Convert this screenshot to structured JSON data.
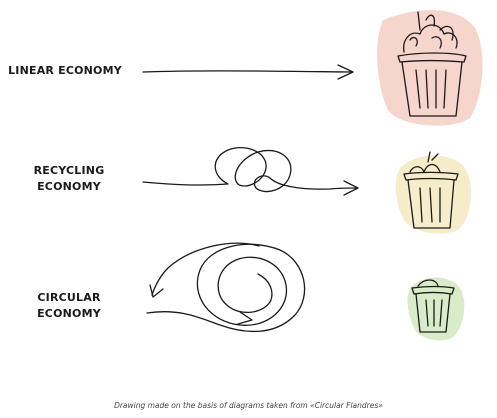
{
  "rows": [
    {
      "id": "linear",
      "label_lines": [
        "LINEAR ECONOMY"
      ]
    },
    {
      "id": "recycling",
      "label_lines": [
        "RECYCLING",
        "ECONOMY"
      ]
    },
    {
      "id": "circular",
      "label_lines": [
        "CIRCULAR",
        "ECONOMY"
      ]
    }
  ],
  "caption": "Drawing made on the basis of diagrams taken from «Circular Flandres»",
  "colors": {
    "linear_bg": "#f6d6cc",
    "recycling_bg": "#f5ecc9",
    "circular_bg": "#d9ecc9",
    "ink": "#1a1a1a"
  },
  "icons": [
    "arrow-icon",
    "scribble-loop-icon",
    "spiral-arrow-icon",
    "trash-can-icon"
  ]
}
